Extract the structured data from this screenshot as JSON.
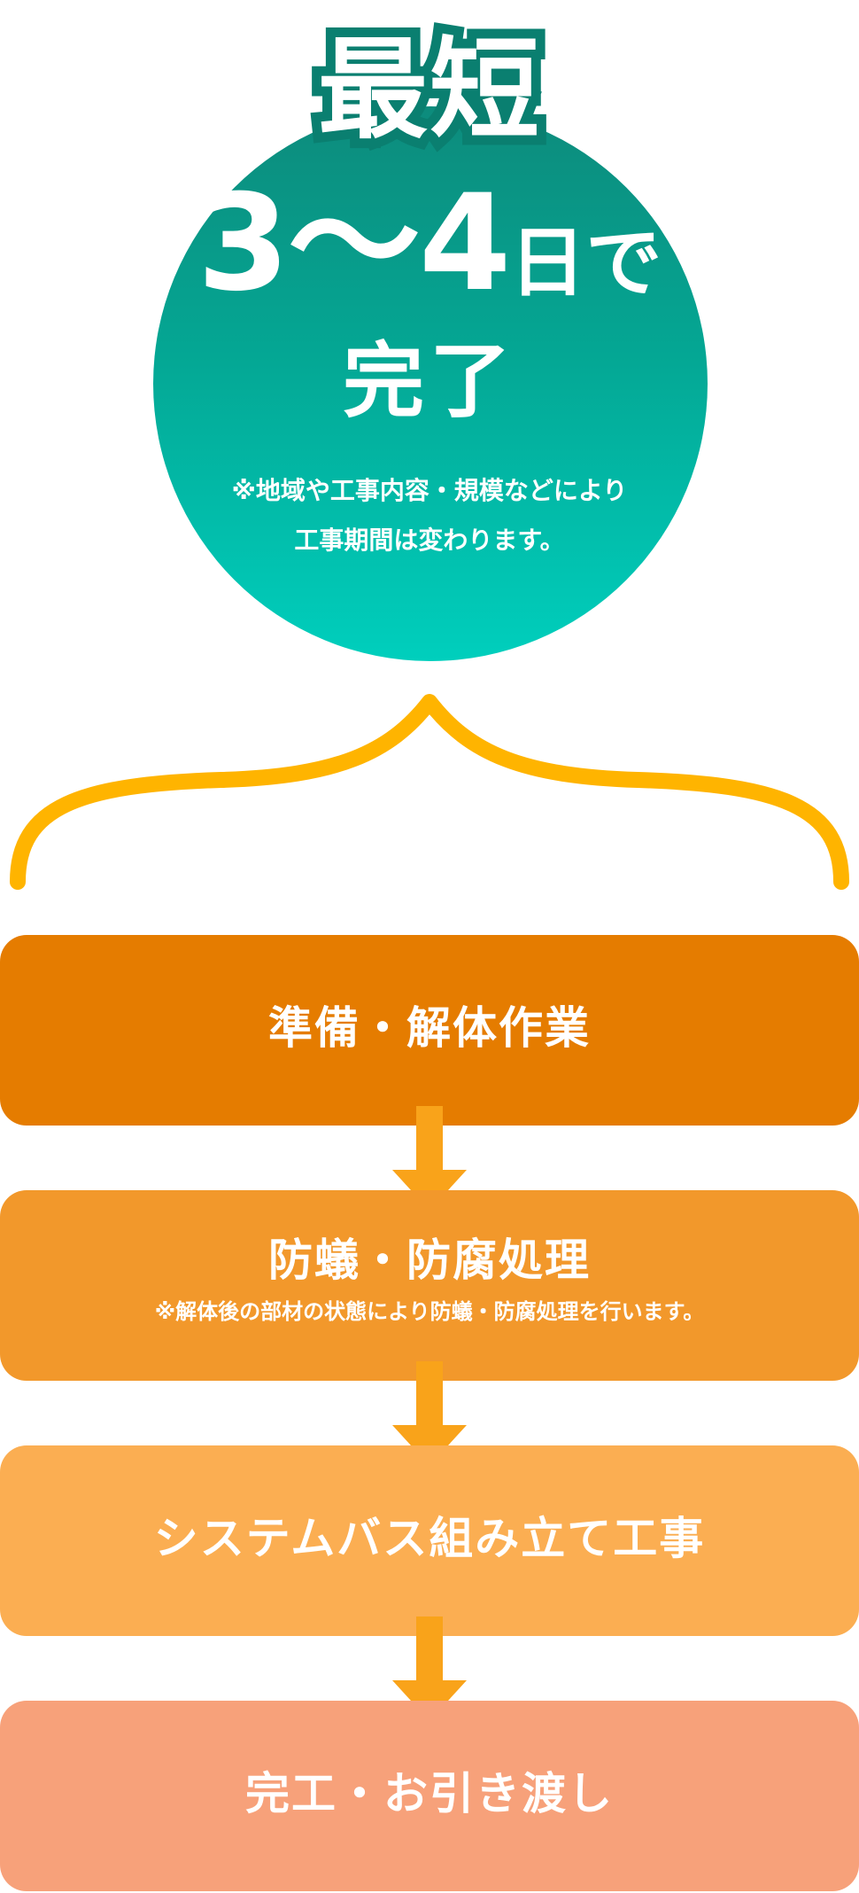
{
  "hero": {
    "headline_top": "最短",
    "headline_range": "3〜4",
    "headline_unit": "日で",
    "headline_bottom": "完了",
    "note_line1": "※地域や工事内容・規模などにより",
    "note_line2": "工事期間は変わります。"
  },
  "steps": [
    {
      "label": "準備・解体作業",
      "color": "#e57c00"
    },
    {
      "label": "防蟻・防腐処理",
      "note": "※解体後の部材の状態により防蟻・防腐処理を行います。",
      "color": "#f2982b"
    },
    {
      "label": "システムバス組み立て工事",
      "color": "#fbae52"
    },
    {
      "label": "完工・お引き渡し",
      "color": "#f7a17a"
    }
  ],
  "colors": {
    "circle": "#00b09c",
    "brace": "#ffb400",
    "arrow": "#f9a31a"
  }
}
